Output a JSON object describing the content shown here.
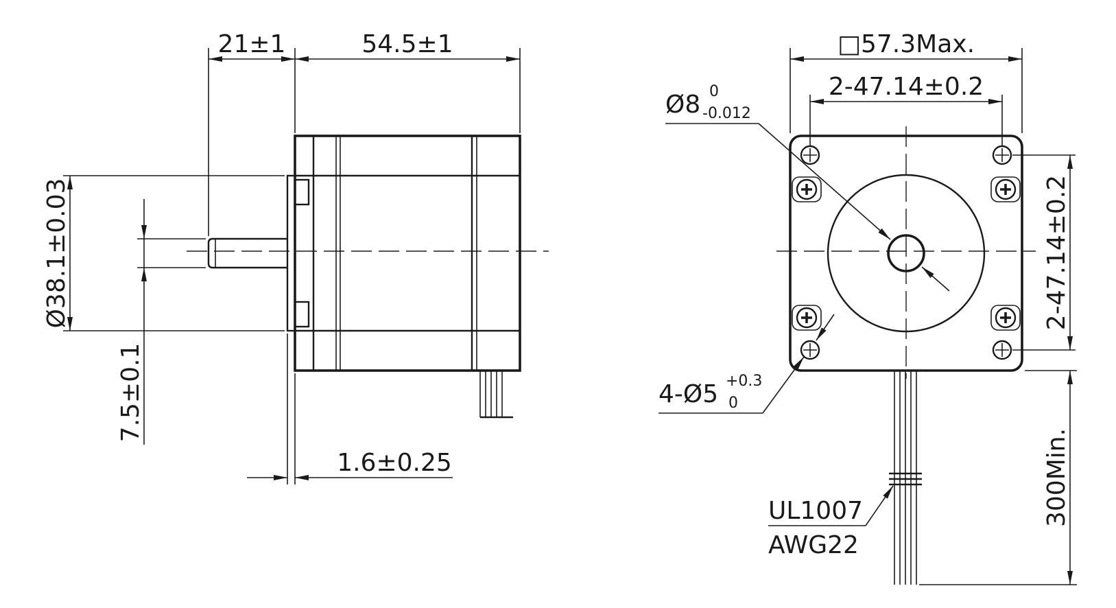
{
  "side_view": {
    "shaft_length": "21±1",
    "body_length": "54.5±1",
    "pilot_diameter": "Ø38.1±0.03",
    "shaft_flat": "7.5±0.1",
    "flange_thickness": "1.6±0.25"
  },
  "front_view": {
    "frame_size": "□57.3Max.",
    "hole_spacing_horizontal": "2-47.14±0.2",
    "hole_spacing_vertical": "2-47.14±0.2",
    "shaft_diameter": "Ø8",
    "shaft_tol_upper": "0",
    "shaft_tol_lower": "-0.012",
    "mount_holes": "4-Ø5",
    "mount_tol_upper": "+0.3",
    "mount_tol_lower": "0",
    "lead_length": "300Min.",
    "wire_spec_1": "UL1007",
    "wire_spec_2": "AWG22"
  }
}
